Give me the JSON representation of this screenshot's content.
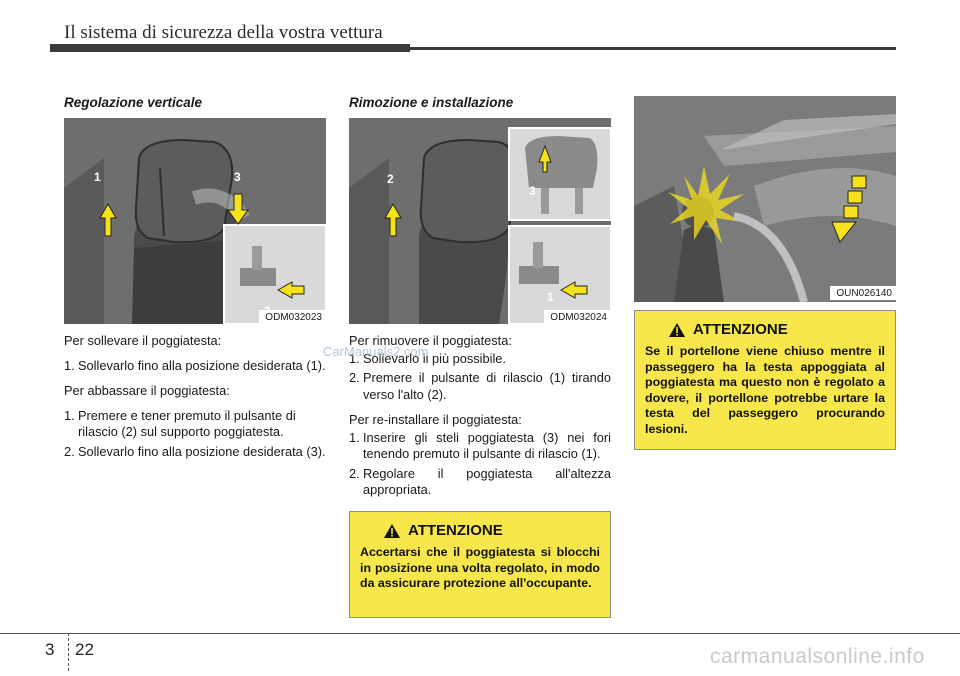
{
  "header": {
    "title": "Il sistema di sicurezza della vostra vettura"
  },
  "left": {
    "heading": "Regolazione verticale",
    "figure_code": "ODM032023",
    "callouts": [
      "1",
      "2",
      "3"
    ],
    "intro1": "Per sollevare il poggiatesta:",
    "step1": {
      "num": "1.",
      "text": "Sollevarlo fino alla posizione desiderata (1)."
    },
    "intro2": "Per abbassare il poggiatesta:",
    "step2": {
      "num": "1.",
      "text": "Premere e tener premuto il pulsante di rilascio (2) sul supporto poggiatesta."
    },
    "step3": {
      "num": "2.",
      "text": "Sollevarlo fino alla posizione desiderata (3)."
    }
  },
  "middle": {
    "heading": "Rimozione e installazione",
    "figure_code": "ODM032024",
    "callouts": [
      "1",
      "2",
      "3"
    ],
    "intro1": "Per rimuovere il poggiatesta:",
    "step1": {
      "num": "1.",
      "text": "Sollevarlo il più possibile."
    },
    "step2": {
      "num": "2.",
      "text": "Premere il pulsante di rilascio (1) tirando verso l'alto (2)."
    },
    "intro2": "Per re-installare il poggiatesta:",
    "step3": {
      "num": "1.",
      "text": "Inserire gli steli poggiatesta (3) nei fori tenendo premuto il pulsante di rilascio (1)."
    },
    "step4": {
      "num": "2.",
      "text": "Regolare il poggiatesta all'altezza appropriata."
    },
    "warning": {
      "title": "ATTENZIONE",
      "text": "Accertarsi che il poggiatesta si blocchi in posizione una volta regolato, in modo da assicurare protezione all'occupante."
    }
  },
  "right": {
    "figure_code": "OUN026140",
    "warning": {
      "title": "ATTENZIONE",
      "text": "Se il portellone viene chiuso mentre il passeggero ha la testa appoggiata al poggiatesta ma questo non è regolato a dovere, il portellone potrebbe urtare la testa del passeggero procurando lesioni."
    }
  },
  "footer": {
    "section": "3",
    "page": "22"
  },
  "watermark": "CarManuals2.com",
  "brand": "carmanualsonline.info",
  "colors": {
    "warning_bg": "#f8e74a",
    "arrow_yellow": "#f5e21a",
    "figure_gray": "#7b7b7b"
  }
}
